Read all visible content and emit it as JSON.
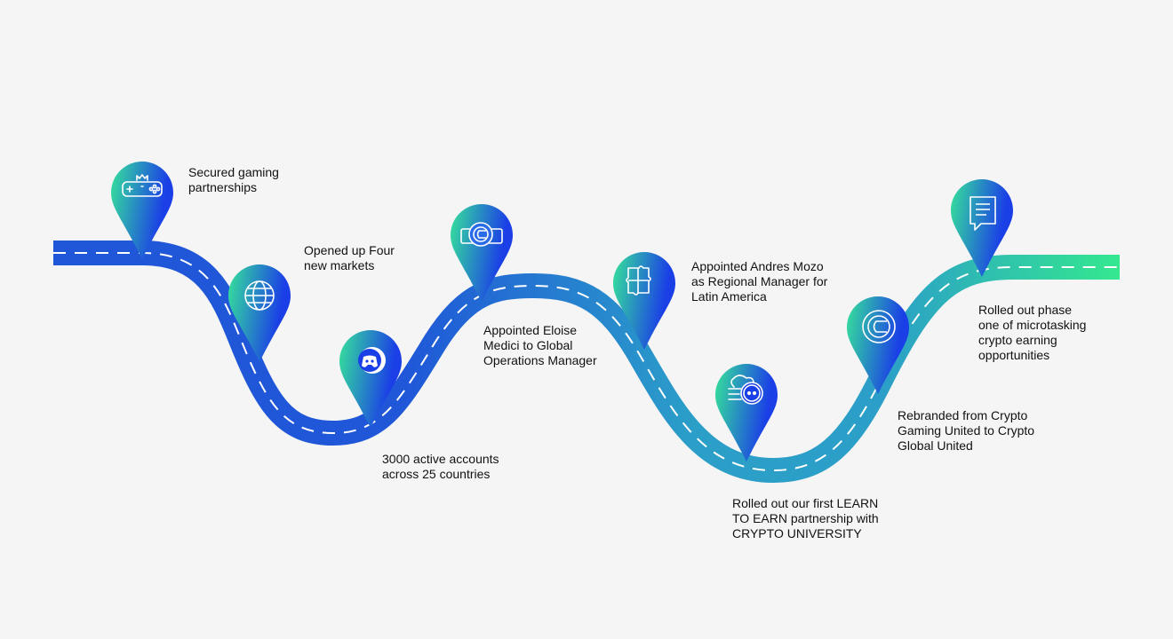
{
  "colors": {
    "background": "#f5f5f5",
    "road_blue": "#1f57d8",
    "road_teal": "#2b9fc8",
    "road_green": "#34e88f",
    "pin_green": "#36e39a",
    "pin_blue": "#1b3fe6",
    "dash": "#ffffff",
    "text": "#111111"
  },
  "milestones": [
    {
      "icon": "gamepad-crown-icon",
      "text": "Secured gaming\npartnerships"
    },
    {
      "icon": "globe-icon",
      "text": "Opened up Four\nnew markets"
    },
    {
      "icon": "discord-coin-icon",
      "text": "3000 active accounts\nacross 25 countries"
    },
    {
      "icon": "brand-coin-stack-icon",
      "text": "Appointed Eloise\nMedici to Global\nOperations Manager"
    },
    {
      "icon": "puzzle-icon",
      "text": "Appointed Andres Mozo\nas Regional Manager for\nLatin America"
    },
    {
      "icon": "learn-to-earn-icon",
      "text": "Rolled out our first LEARN\nTO EARN partnership with\nCRYPTO UNIVERSITY"
    },
    {
      "icon": "brand-logo-icon",
      "text": "Rebranded from Crypto\nGaming United to Crypto\nGlobal United"
    },
    {
      "icon": "chat-document-icon",
      "text": "Rolled out phase\none of microtasking\ncrypto earning\nopportunities"
    }
  ]
}
